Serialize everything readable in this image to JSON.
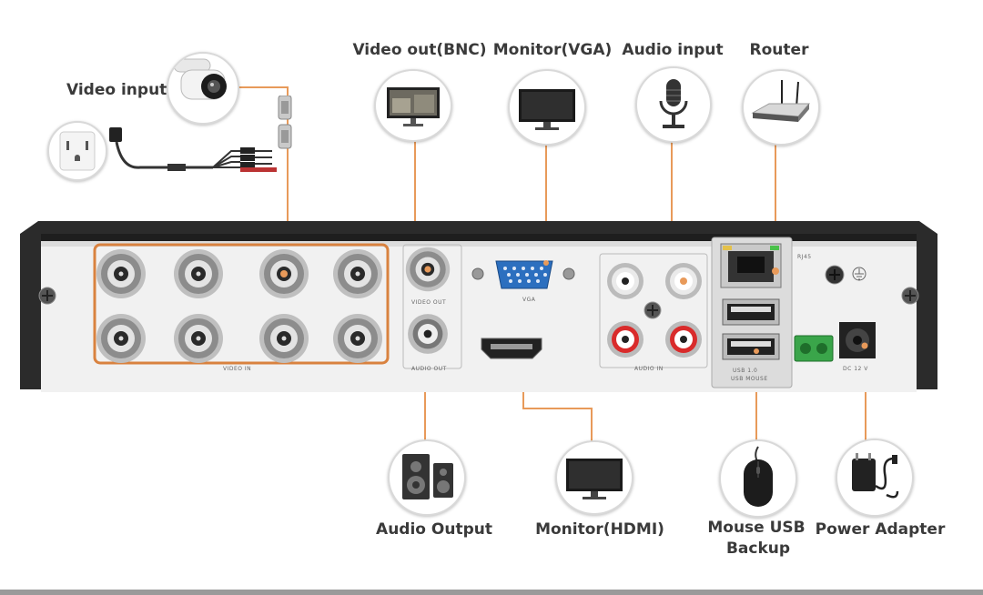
{
  "labels": {
    "video_input": "Video input",
    "video_out_bnc": "Video out(BNC)",
    "monitor_vga": "Monitor(VGA)",
    "audio_input": "Audio input",
    "router": "Router",
    "audio_output": "Audio Output",
    "monitor_hdmi": "Monitor(HDMI)",
    "mouse_usb_line1": "Mouse USB",
    "mouse_usb_line2": "Backup",
    "power_adapter": "Power Adapter"
  },
  "panel": {
    "video_out": "VIDEO OUT",
    "audio_out": "AUDIO OUT",
    "vga": "VGA",
    "audio_in": "AUDIO IN",
    "rj45": "RJ45",
    "dc12v": "DC 12 V",
    "video_in": "VIDEO IN",
    "usb1": "USB 1.0",
    "usb2": "USB MOUSE"
  },
  "colors": {
    "wire": "#e89a5a",
    "highlight_box": "#d9823f",
    "dvr_body": "#2b2b2b",
    "panel": "#f1f1f1"
  }
}
